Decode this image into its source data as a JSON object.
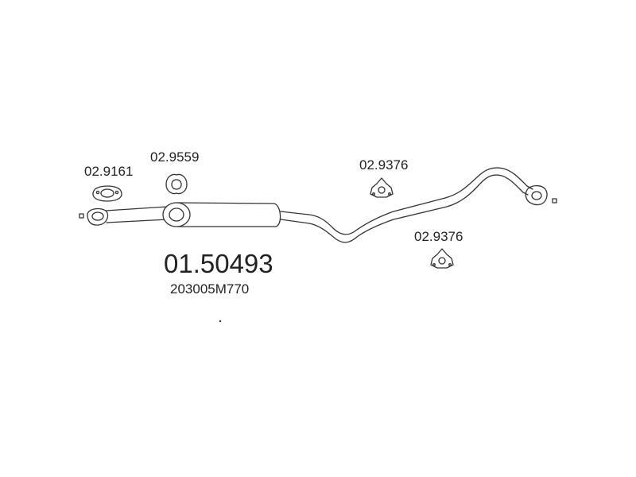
{
  "parts": {
    "gasket_left": "02.9161",
    "hanger_front": "02.9559",
    "hanger_mid": "02.9376",
    "hanger_rear": "02.9376"
  },
  "main_part": {
    "number": "01.50493",
    "oem": "203005M770"
  },
  "colors": {
    "line": "#333333",
    "text": "#222222"
  }
}
